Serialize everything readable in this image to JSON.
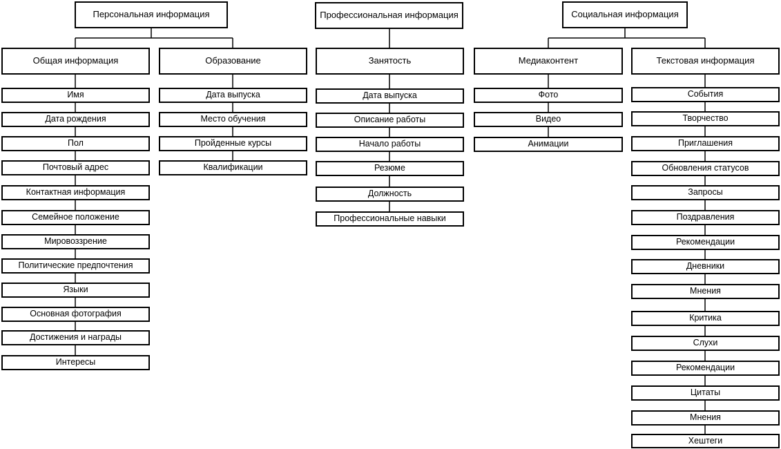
{
  "diagram": {
    "roots": [
      {
        "label": "Персональная информация",
        "categories": [
          {
            "label": "Общая информация",
            "items": [
              "Имя",
              "Дата рождения",
              "Пол",
              "Почтовый адрес",
              "Контактная информация",
              "Семейное положение",
              "Мировоззрение",
              "Политические предпочтения",
              "Языки",
              "Основная фотография",
              "Достижения и награды",
              "Интересы"
            ]
          },
          {
            "label": "Образование",
            "items": [
              "Дата выпуска",
              "Место обучения",
              "Пройденные курсы",
              "Квалификации"
            ]
          }
        ]
      },
      {
        "label": "Профессиональная информация",
        "categories": [
          {
            "label": "Занятость",
            "items": [
              "Дата выпуска",
              "Описание работы",
              "Начало работы",
              "Резюме",
              "Должность",
              "Профессиональные навыки"
            ]
          }
        ]
      },
      {
        "label": "Социальная информация",
        "categories": [
          {
            "label": "Медиаконтент",
            "items": [
              "Фото",
              "Видео",
              "Анимации"
            ]
          },
          {
            "label": "Текстовая информация",
            "items": [
              "События",
              "Творчество",
              "Приглашения",
              "Обновления статусов",
              "Запросы",
              "Поздравления",
              "Рекомендации",
              "Дневники",
              "Мнения",
              "Критика",
              "Слухи",
              "Рекомендации",
              "Цитаты",
              "Мнения",
              "Хештеги"
            ]
          }
        ]
      }
    ]
  }
}
